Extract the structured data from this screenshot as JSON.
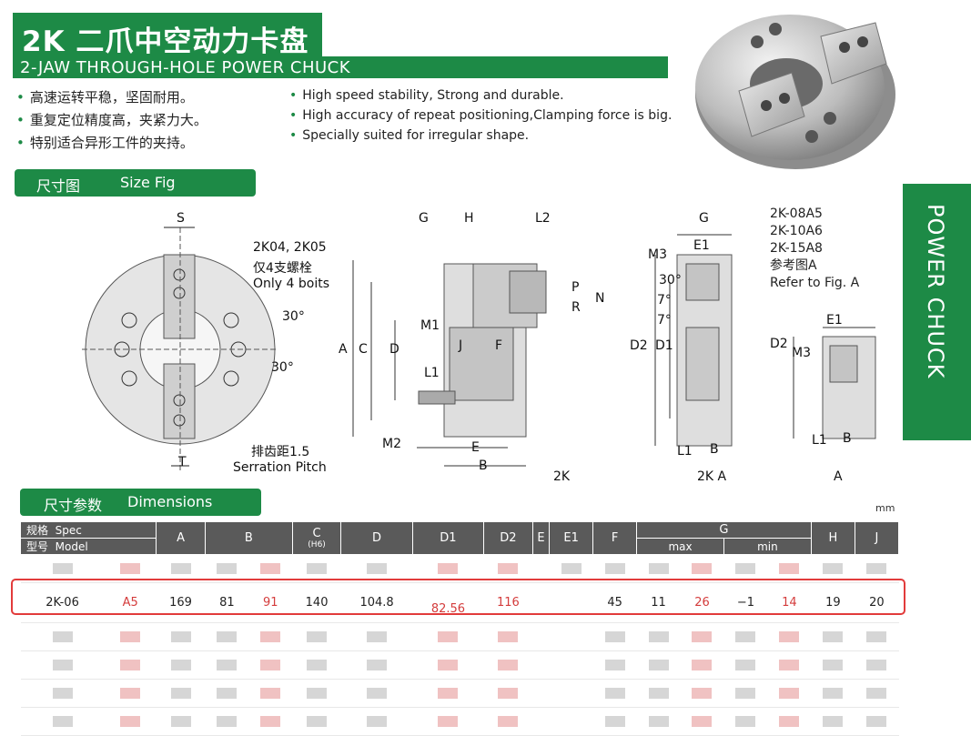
{
  "header": {
    "title": "2K 二爪中空动力卡盘",
    "subtitle": "2-JAW THROUGH-HOLE POWER CHUCK"
  },
  "features_cn": [
    "高速运转平稳，坚固耐用。",
    "重复定位精度高，夹紧力大。",
    "特别适合异形工件的夹持。"
  ],
  "features_en": [
    "High speed stability, Strong and durable.",
    "High accuracy of repeat positioning,Clamping force is big.",
    "Specially suited for irregular shape."
  ],
  "section_size": {
    "cn": "尺寸图",
    "en": "Size Fig"
  },
  "section_dims": {
    "cn": "尺寸参数",
    "en": "Dimensions"
  },
  "side_tab": "POWER CHUCK",
  "unit": "mm",
  "drawing": {
    "front_labels": {
      "S": "S",
      "T": "T",
      "angle1": "30°",
      "angle2": "30°",
      "note_models": "2K04, 2K05",
      "note_cn": "仅4支螺栓",
      "note_en": "Only 4 boits",
      "serration_cn": "排齿距1.5",
      "serration_en": "Serration Pitch"
    },
    "side_labels": {
      "G": "G",
      "H": "H",
      "L2": "L2",
      "A": "A",
      "C": "C",
      "D": "D",
      "M1": "M1",
      "J": "J",
      "F": "F",
      "R": "R",
      "P": "P",
      "N": "N",
      "L1": "L1",
      "M2": "M2",
      "E": "E",
      "B": "B",
      "caption": "2K"
    },
    "kA_labels": {
      "G": "G",
      "E1": "E1",
      "M3": "M3",
      "angle1": "30°",
      "angle2": "7°",
      "angle3": "7°",
      "D2": "D2",
      "D1": "D1",
      "L1": "L1",
      "B": "B",
      "caption": "2K A"
    },
    "figA_labels": {
      "E1": "E1",
      "D2": "D2",
      "M3": "M3",
      "L1": "L1",
      "B": "B",
      "caption": "A"
    },
    "refer_models": [
      "2K-08A5",
      "2K-10A6",
      "2K-15A8"
    ],
    "refer_cn": "参考图A",
    "refer_en": "Refer to Fig. A"
  },
  "table": {
    "header_spec_cn": "规格",
    "header_spec_en": "Spec",
    "header_model_cn": "型号",
    "header_model_en": "Model",
    "columns": [
      "A",
      "B",
      "C",
      "D",
      "D1",
      "D2",
      "E",
      "E1",
      "F",
      "G",
      "H",
      "J"
    ],
    "c_sub": "(H6)",
    "g_max": "max",
    "g_min": "min",
    "visible_row": {
      "model": "2K-06",
      "suffix": "A5",
      "A": "169",
      "B1": "81",
      "B2": "91",
      "C": "140",
      "D": "104.8",
      "D1": "82.56",
      "D2": "116",
      "E": "",
      "E1": "",
      "F": "45",
      "Gmax1": "11",
      "Gmax2": "26",
      "Gmin1": "−1",
      "Gmin2": "14",
      "H": "19",
      "J": "20"
    }
  },
  "colors": {
    "brand_green": "#1d8a46",
    "header_gray": "#5a5a5a",
    "highlight_red": "#e23b3b",
    "accent_red": "#d43c3c"
  }
}
